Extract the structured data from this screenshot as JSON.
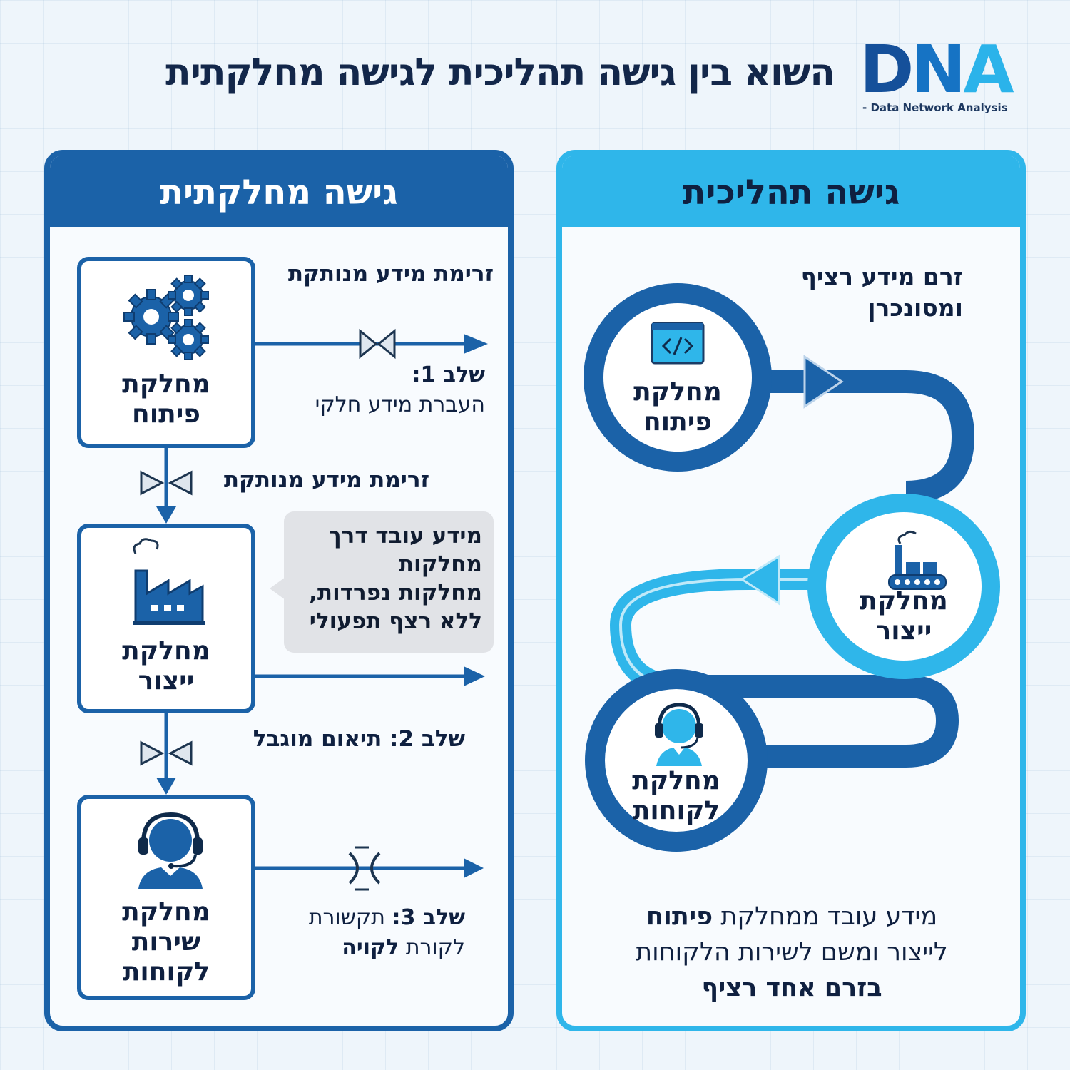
{
  "title": "השוא בין גישה תהליכית לגישה מחלקתית",
  "logo": {
    "d": "D",
    "n": "N",
    "a": "A",
    "subtitle": "- Data Network Analysis"
  },
  "colors": {
    "dark_blue": "#1b62a8",
    "light_blue": "#2fb6ea",
    "navy": "#13274a"
  },
  "departmental": {
    "header": "גישה מחלקתית",
    "flow_top": "זרימת מידע מנותקת",
    "step1_label": "שלב 1:",
    "step1_text": "העברת מידע חלקי",
    "flow_mid": "זרימת מידע מנותקת",
    "callout": [
      "מידע עובד דרך",
      "מחלקות",
      "מחלקות נפרדות,",
      "ללא רצף תפעולי"
    ],
    "step2_label": "שלב 2:",
    "step2_text": "תיאום מוגבל",
    "step3_label": "שלב 3:",
    "step3_text": "תקשורת",
    "step3_line2_a": "לקורת",
    "step3_line2_b": "לקויה",
    "boxes": [
      {
        "line1": "מחלקת",
        "line2": "פיתוח",
        "icon": "gears-icon"
      },
      {
        "line1": "מחלקת",
        "line2": "ייצור",
        "icon": "factory-icon"
      },
      {
        "line1": "מחלקת",
        "line2": "שירות",
        "line3": "לקוחות",
        "icon": "headset-agent-icon"
      }
    ]
  },
  "process": {
    "header": "גישה תהליכית",
    "flow_note_line1": "זרם מידע רציף",
    "flow_note_line2": "ומסונכרן",
    "circles": [
      {
        "line1": "מחלקת",
        "line2": "פיתוח",
        "icon": "code-window-icon"
      },
      {
        "line1": "מחלקת",
        "line2": "ייצור",
        "icon": "factory-icon"
      },
      {
        "line1": "מחלקת",
        "line2": "לקוחות",
        "icon": "headset-agent-icon"
      }
    ],
    "summary_1a": "מידע עובד ממחלקת",
    "summary_1b": "פיתוח",
    "summary_2": "לייצור ומשם לשירות הלקוחות",
    "summary_3": "בזרם אחד רציף"
  }
}
